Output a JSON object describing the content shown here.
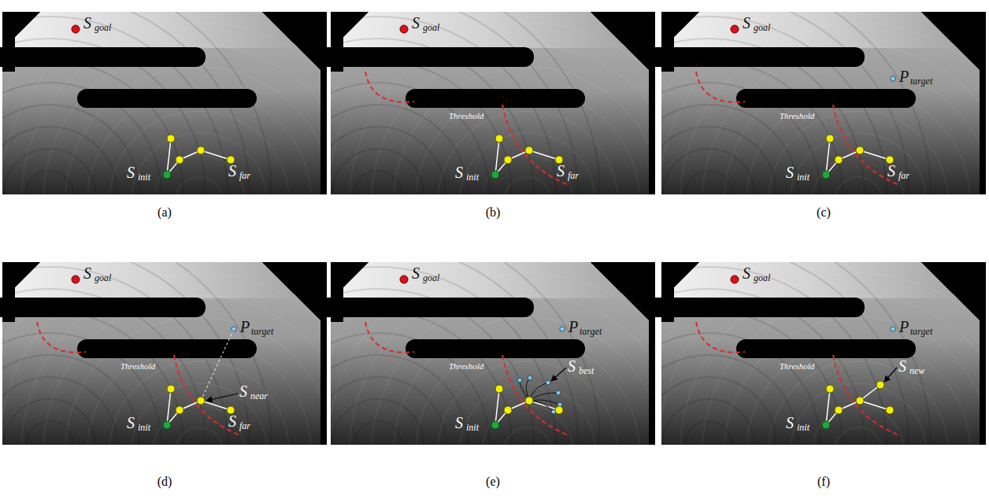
{
  "diagram": {
    "labels": [
      "S",
      "goal",
      "S",
      "init",
      "S",
      "far",
      "(a)",
      "S",
      "goal",
      "S",
      "init",
      "S",
      "far",
      "Threshold",
      "(b)",
      "S",
      "goal",
      "S",
      "init",
      "S",
      "far",
      "Threshold",
      "P",
      "target",
      "(c)",
      "S",
      "goal",
      "S",
      "init",
      "S",
      "far",
      "Threshold",
      "P",
      "target",
      "S",
      "near",
      "(d)",
      "S",
      "goal",
      "S",
      "init",
      "Threshold",
      "P",
      "target",
      "S",
      "best",
      "(e)",
      "S",
      "goal",
      "S",
      "init",
      "Threshold",
      "P",
      "target",
      "S",
      "new",
      "(f)"
    ]
  }
}
